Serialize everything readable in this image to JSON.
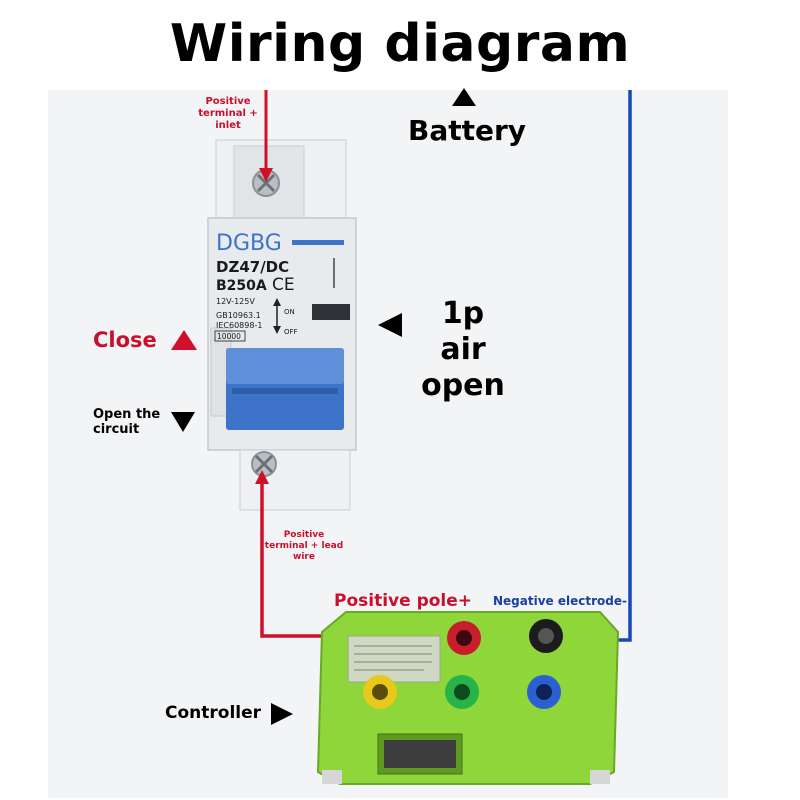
{
  "title": "Wiring diagram",
  "labels": {
    "positive_inlet": "Positive terminal + inlet",
    "battery": "Battery",
    "air_open": "1p air open",
    "close": "Close",
    "open_circuit": "Open the circuit",
    "positive_lead": "Positive terminal + lead wire",
    "positive_pole": "Positive pole+",
    "negative_electrode": "Negative electrode-",
    "controller": "Controller"
  },
  "breaker": {
    "brand": "DGBG",
    "model": "DZ47/DC",
    "rating": "B250A",
    "ce_mark": "CE",
    "voltage": "12V-125V",
    "std1": "GB10963.1",
    "std2": "IEC60898-1",
    "capacity": "10000",
    "on_text": "ON",
    "off_text": "OFF"
  },
  "colors": {
    "positive_wire": "#d0102a",
    "negative_wire": "#1747b8",
    "breaker_body": "#e8ebee",
    "breaker_lever": "#3d73c9",
    "controller_body": "#8ed63a"
  },
  "icons": {
    "battery_arrow": "triangle-up-icon",
    "close_arrow": "triangle-up-icon",
    "open_arrow": "triangle-down-icon",
    "air_open_arrow": "triangle-left-icon",
    "controller_arrow": "triangle-right-icon"
  }
}
